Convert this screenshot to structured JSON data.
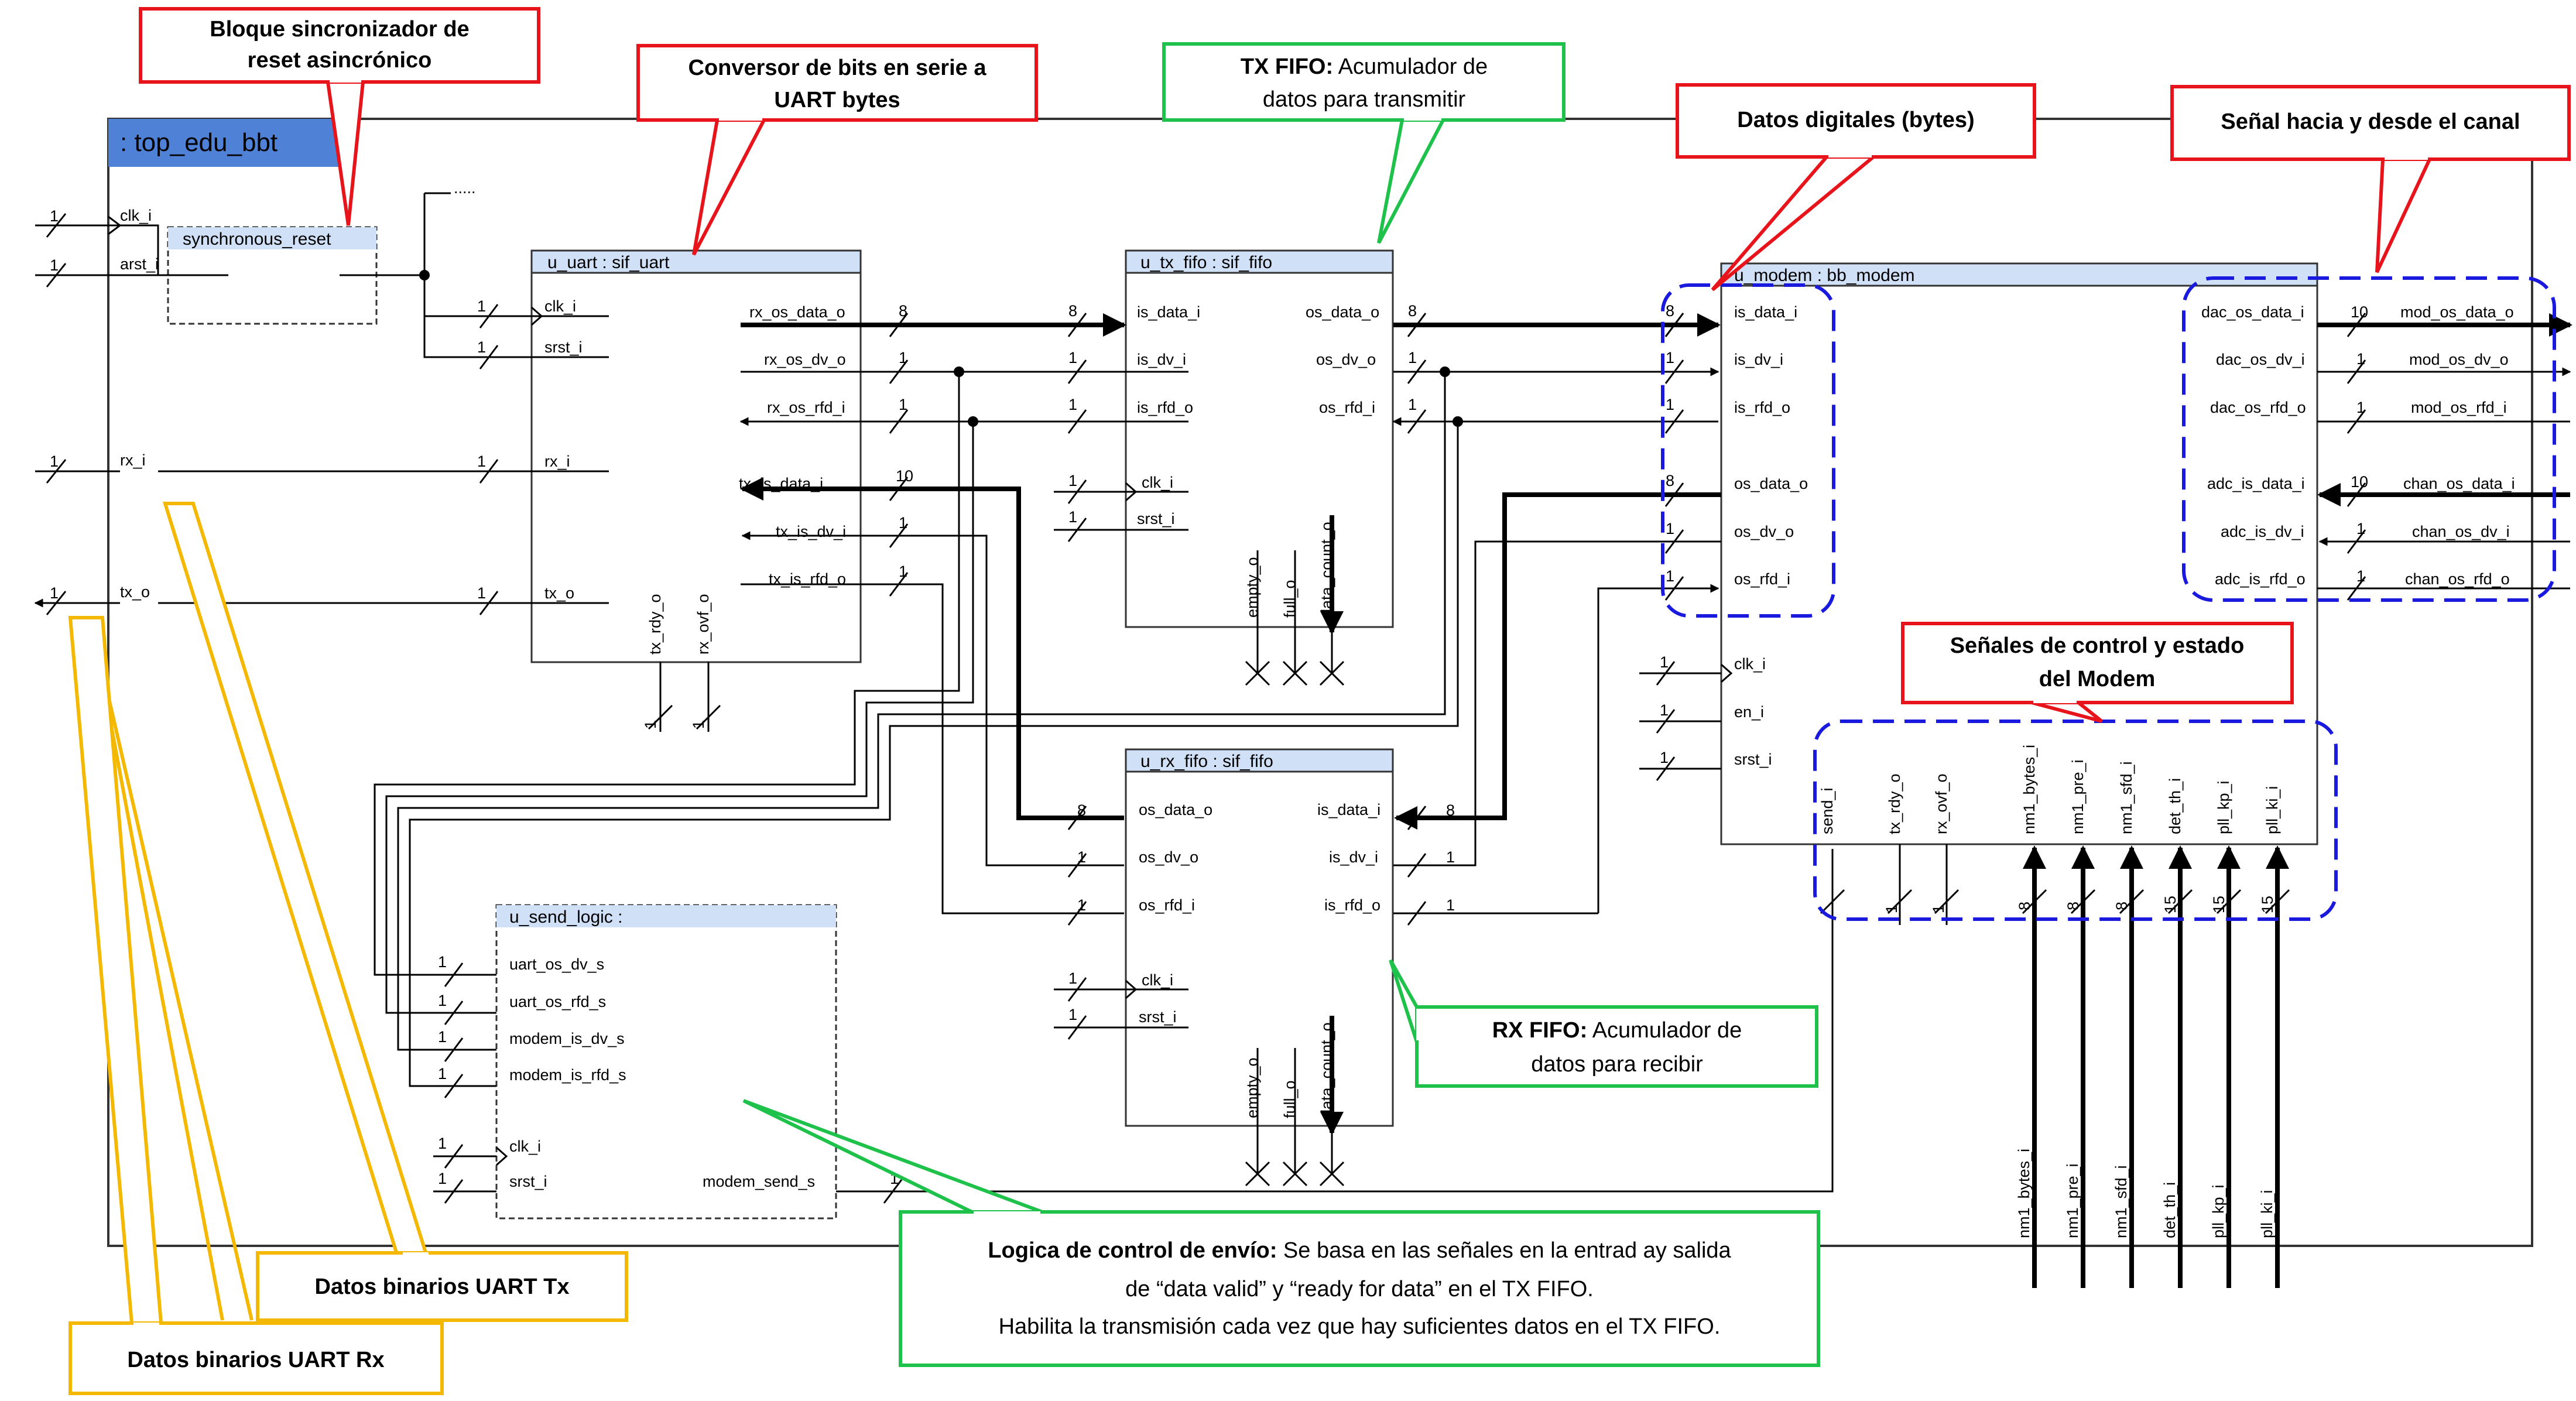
{
  "top": {
    "title": ": top_edu_bbt"
  },
  "blocks": {
    "sync": {
      "title": "synchronous_reset"
    },
    "uart": {
      "title": "u_uart : sif_uart"
    },
    "txfifo": {
      "title": "u_tx_fifo : sif_fifo"
    },
    "rxfifo": {
      "title": "u_rx_fifo : sif_fifo"
    },
    "modem": {
      "title": "u_modem : bb_modem"
    },
    "send": {
      "title": "u_send_logic :"
    }
  },
  "ports": {
    "top_in": [
      "clk_i",
      "arst_i",
      "rx_i",
      "tx_o"
    ],
    "uart_left": [
      "clk_i",
      "srst_i",
      "rx_i",
      "tx_o"
    ],
    "uart_right": [
      "rx_os_data_o",
      "rx_os_dv_o",
      "rx_os_rfd_i",
      "tx_is_data_i",
      "tx_is_dv_i",
      "tx_is_rfd_o"
    ],
    "uart_bottom": [
      "tx_rdy_o",
      "rx_ovf_o"
    ],
    "txfifo_left": [
      "is_data_i",
      "is_dv_i",
      "is_rfd_o",
      "clk_i",
      "srst_i"
    ],
    "txfifo_right": [
      "os_data_o",
      "os_dv_o",
      "os_rfd_i"
    ],
    "fifo_bottom": [
      "empty_o",
      "full_o",
      "data_count_o"
    ],
    "rxfifo_left": [
      "os_data_o",
      "os_dv_o",
      "os_rfd_i",
      "clk_i",
      "srst_i"
    ],
    "rxfifo_right": [
      "is_data_i",
      "is_dv_i",
      "is_rfd_o"
    ],
    "modem_left": [
      "is_data_i",
      "is_dv_i",
      "is_rfd_o",
      "os_data_o",
      "os_dv_o",
      "os_rfd_i",
      "clk_i",
      "en_i",
      "srst_i"
    ],
    "modem_right_in": [
      "dac_os_data_i",
      "dac_os_dv_i",
      "dac_os_rfd_o",
      "adc_is_data_i",
      "adc_is_dv_i",
      "adc_is_rfd_o"
    ],
    "modem_right_out": [
      "mod_os_data_o",
      "mod_os_dv_o",
      "mod_os_rfd_i",
      "chan_os_data_i",
      "chan_os_dv_i",
      "chan_os_rfd_o"
    ],
    "modem_bottom": [
      "send_i",
      "tx_rdy_o",
      "rx_ovf_o",
      "nm1_bytes_i",
      "nm1_pre_i",
      "nm1_sfd_i",
      "det_th_i",
      "pll_kp_i",
      "pll_ki_i"
    ],
    "modem_bottom_widths": [
      "1",
      "1",
      "1",
      "8",
      "8",
      "8",
      "15",
      "15",
      "15"
    ],
    "bottom_inputs": [
      "nm1_bytes_i",
      "nm1_pre_i",
      "nm1_sfd_i",
      "det_th_i",
      "pll_kp_i",
      "pll_ki_i"
    ],
    "send_left": [
      "uart_os_dv_s",
      "uart_os_rfd_s",
      "modem_is_dv_s",
      "modem_is_rfd_s",
      "clk_i",
      "srst_i"
    ],
    "send_right": [
      "modem_send_s"
    ]
  },
  "widths": {
    "one": "1",
    "byte": "8",
    "ten": "10",
    "dots": "....."
  },
  "annotations": {
    "sync_line1": "Bloque sincronizador de",
    "sync_line2": "reset asincrónico",
    "conv_line1": "Conversor de bits en serie a",
    "conv_line2": "UART bytes",
    "txfifo_bold": "TX FIFO:",
    "txfifo_rest": " Acumulador de",
    "txfifo_line2": "datos para transmitir",
    "datos_dig": "Datos digitales (bytes)",
    "canal": "Señal hacia y desde el canal",
    "ctrl_line1": "Señales de control  y estado",
    "ctrl_line2": "del Modem",
    "rxfifo_bold": "RX FIFO:",
    "rxfifo_rest": " Acumulador de",
    "rxfifo_line2": "datos para recibir",
    "logica_bold": "Logica de control de envío:",
    "logica_rest": " Se basa en las señales en la entrad ay salida",
    "logica_line2": "de “data valid” y “ready for data” en el TX FIFO.",
    "logica_line3": "Habilita la transmisión cada vez que hay suficientes datos en el TX FIFO.",
    "uart_tx": "Datos binarios UART Tx",
    "uart_rx": "Datos binarios UART Rx"
  },
  "colors": {
    "red": "#e8141b",
    "green": "#1ec24a",
    "yellow": "#f5b800",
    "blue": "#1a1adf",
    "header": "#cfe0f7",
    "topbar": "#4f81d6"
  }
}
